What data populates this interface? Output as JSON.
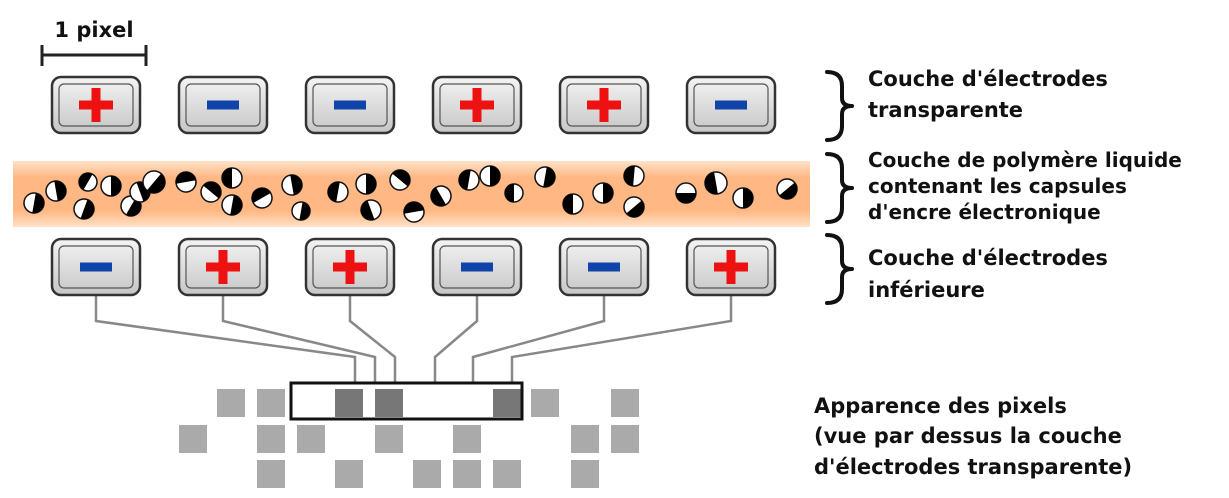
{
  "scale_label": "1 pixel",
  "layers": {
    "top_electrodes": {
      "label_lines": [
        "Couche d'électrodes",
        "transparente"
      ],
      "charges": [
        "+",
        "-",
        "-",
        "+",
        "+",
        "-"
      ]
    },
    "polymer": {
      "label_lines": [
        "Couche de polymère liquide",
        "contenant les capsules",
        "d'encre électronique"
      ]
    },
    "bottom_electrodes": {
      "label_lines": [
        "Couche d'électrodes",
        "inférieure"
      ],
      "charges": [
        "-",
        "+",
        "+",
        "-",
        "-",
        "+"
      ]
    }
  },
  "pixels_label_lines": [
    "Apparence des pixels",
    "(vue par dessus la couche",
    "d'électrodes transparente)"
  ],
  "colors": {
    "plus": "#ee1111",
    "minus": "#1144aa",
    "polymer": "#ffb37a",
    "electrode_fill": "#d8d8d8",
    "pixel_light": "#aaaaaa",
    "pixel_dark": "#777777"
  }
}
